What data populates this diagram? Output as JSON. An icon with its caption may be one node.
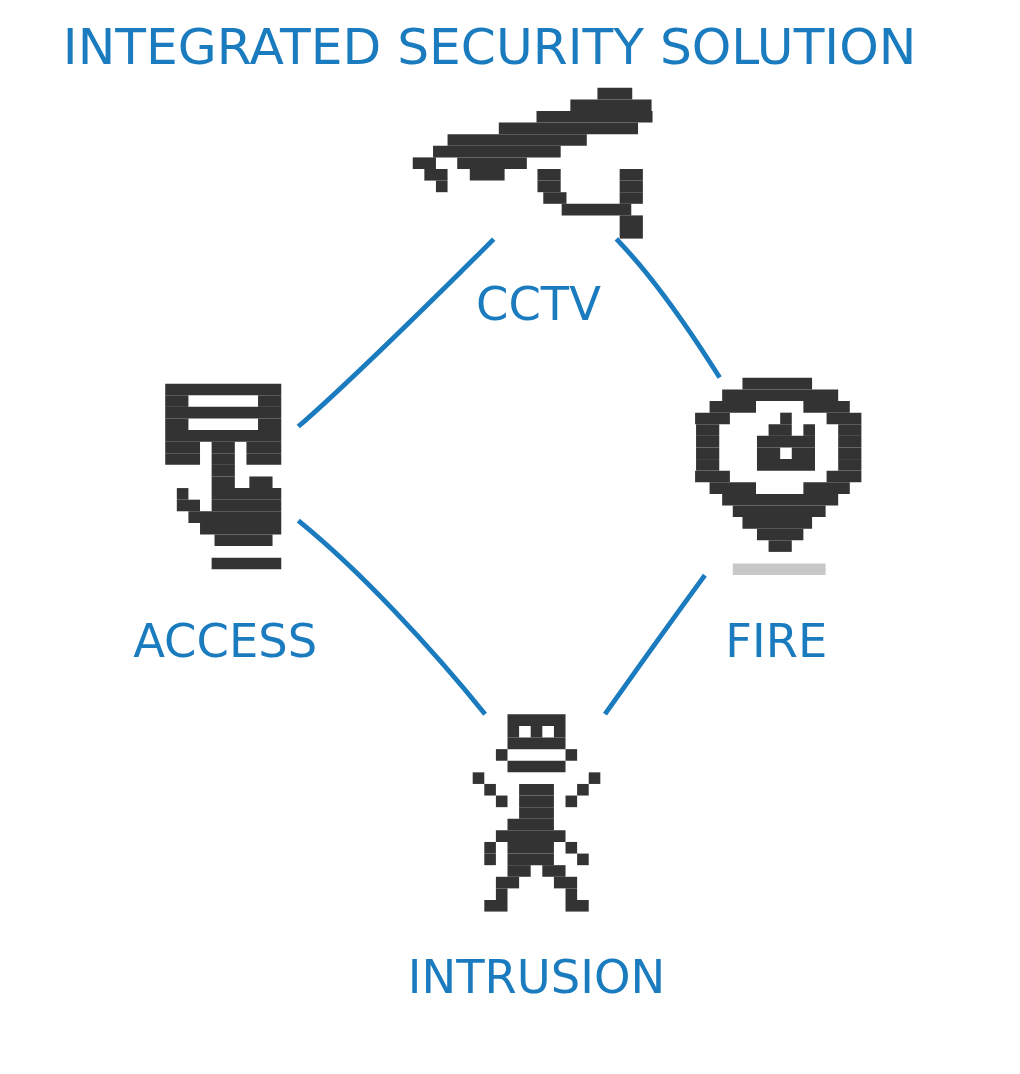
{
  "diagram": {
    "title": "INTEGRATED SECURITY SOLUTION",
    "nodes": [
      {
        "text": [],
        "shape": "picture",
        "beside": [
          "CCTV"
        ]
      },
      {
        "text": [],
        "shape": "picture",
        "beside": [
          "ACCESS"
        ]
      },
      {
        "text": [],
        "shape": "picture",
        "beside": [
          "FIRE"
        ]
      },
      {
        "text": [],
        "shape": "picture",
        "beside": [
          "INTRUSION"
        ]
      }
    ],
    "edges": [
      {
        "from": 0,
        "to": 2,
        "arrow": "none"
      },
      {
        "from": 2,
        "to": 3,
        "arrow": "none"
      },
      {
        "from": 3,
        "to": 1,
        "arrow": "none"
      },
      {
        "from": 1,
        "to": 0,
        "arrow": "none"
      }
    ]
  }
}
